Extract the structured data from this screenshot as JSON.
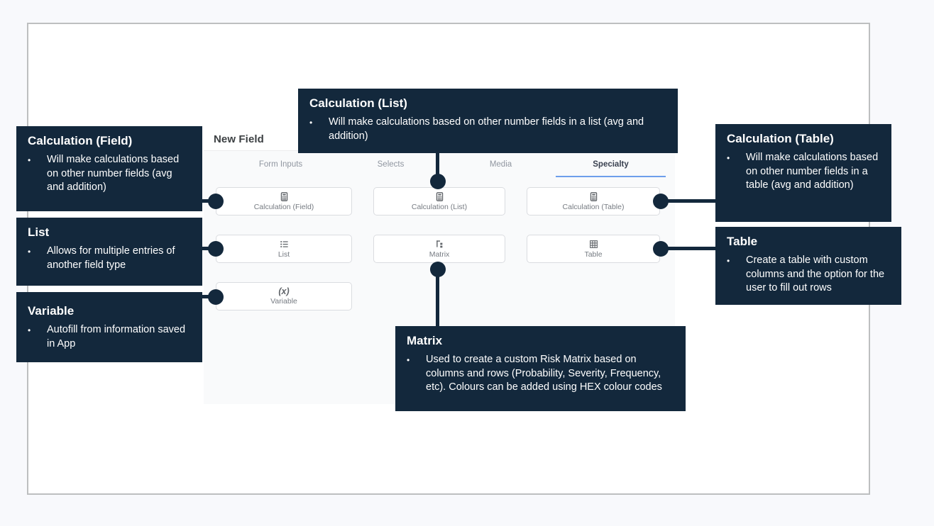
{
  "dialog": {
    "title": "New Field",
    "active_tab": "Specialty",
    "tabs": [
      {
        "label": "Form Inputs",
        "active": false
      },
      {
        "label": "Selects",
        "active": false
      },
      {
        "label": "Media",
        "active": false
      },
      {
        "label": "Specialty",
        "active": true
      }
    ],
    "field_buttons": [
      {
        "id": "calculation-field",
        "label": "Calculation (Field)",
        "icon": "calculator"
      },
      {
        "id": "calculation-list",
        "label": "Calculation (List)",
        "icon": "calculator"
      },
      {
        "id": "calculation-table",
        "label": "Calculation (Table)",
        "icon": "calculator"
      },
      {
        "id": "list",
        "label": "List",
        "icon": "list"
      },
      {
        "id": "matrix",
        "label": "Matrix",
        "icon": "matrix"
      },
      {
        "id": "table",
        "label": "Table",
        "icon": "table"
      },
      {
        "id": "variable",
        "label": "Variable",
        "icon": "variable"
      }
    ]
  },
  "callouts": [
    {
      "id": "calculation-field",
      "title": "Calculation (Field)",
      "description": "Will make calculations based on other number fields (avg and addition)"
    },
    {
      "id": "calculation-list",
      "title": "Calculation (List)",
      "description": "Will make calculations based on other number fields in a list (avg and addition)"
    },
    {
      "id": "calculation-table",
      "title": "Calculation (Table)",
      "description": "Will make calculations based on other number fields in a table (avg and addition)"
    },
    {
      "id": "list",
      "title": "List",
      "description": "Allows for multiple entries of another field type"
    },
    {
      "id": "table",
      "title": "Table",
      "description": "Create a table with custom columns and the option for the user to fill out rows"
    },
    {
      "id": "variable",
      "title": "Variable",
      "description": "Autofill from information saved in App"
    },
    {
      "id": "matrix",
      "title": "Matrix",
      "description": "Used to create a custom Risk Matrix based on columns and rows (Probability, Severity, Frequency, etc). Colours can be added using HEX colour codes"
    }
  ],
  "ui": {
    "bullet": "•",
    "variable_icon_glyph": "(x)"
  },
  "colors": {
    "callout_bg": "#13283c",
    "accent_underline": "#6d9eeb",
    "canvas_border": "#bdbfc0"
  }
}
